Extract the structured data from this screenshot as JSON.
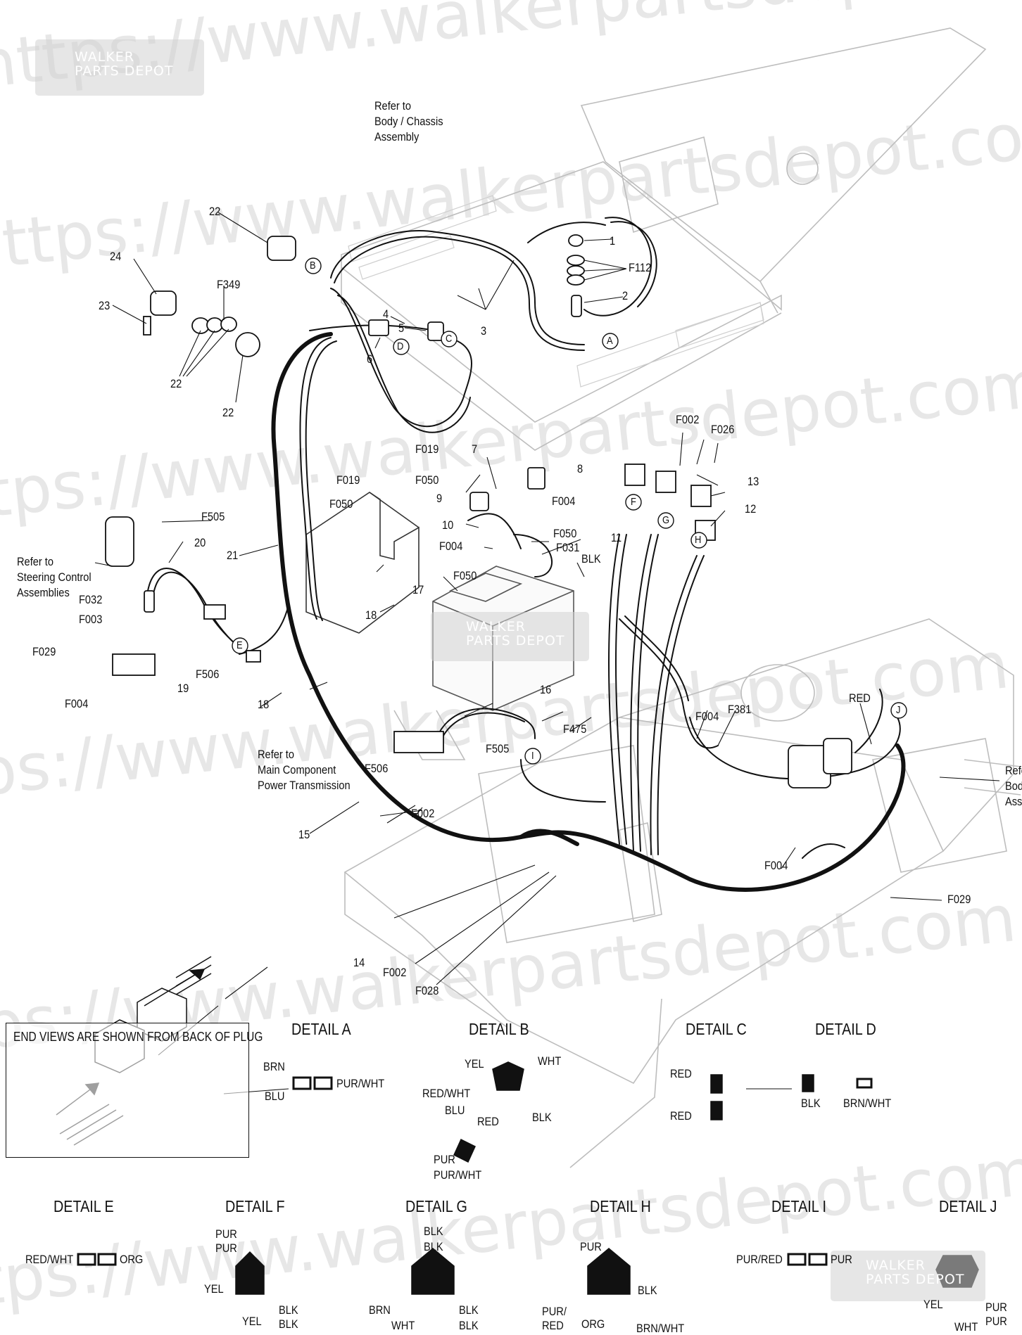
{
  "watermark": {
    "site_text": "https://www.walkerpartsdepot.com",
    "logo_text": "WALKER\nPARTS DEPOT"
  },
  "notes": {
    "body_chassis_top": "Refer to\nBody / Chassis\nAssembly",
    "steering": "Refer to\nSteering Control\nAssemblies",
    "main_component": "Refer to\nMain Component\nPower Transmission",
    "body_right": "Refer\nBody\nAssy"
  },
  "inset": {
    "caption": "END VIEWS ARE SHOWN FROM BACK OF PLUG"
  },
  "callouts": {
    "c1": "1",
    "c2": "2",
    "c3": "3",
    "c4": "4",
    "c5": "5",
    "c6": "6",
    "c7": "7",
    "c8": "8",
    "c9": "9",
    "c10": "10",
    "c11": "11",
    "c12": "12",
    "c13": "13",
    "c14": "14",
    "c15": "15",
    "c16": "16",
    "c17": "17",
    "c18a": "18",
    "c18b": "18",
    "c19": "19",
    "c20": "20",
    "c21": "21",
    "c22a": "22",
    "c22b": "22",
    "c22c": "22",
    "c23": "23",
    "c24": "24",
    "f112": "F112",
    "f349": "F349",
    "f019a": "F019",
    "f019b": "F019",
    "f050a": "F050",
    "f050b": "F050",
    "f050c": "F050",
    "f050d": "F050",
    "f004a": "F004",
    "f004b": "F004",
    "f004c": "F004",
    "f004d": "F004",
    "f004e": "F004",
    "f031": "F031",
    "f002a": "F002",
    "f002b": "F002",
    "f002c": "F002",
    "f026": "F026",
    "f505a": "F505",
    "f505b": "F505",
    "f032": "F032",
    "f003": "F003",
    "f029a": "F029",
    "f029b": "F029",
    "f506a": "F506",
    "f506b": "F506",
    "f475": "F475",
    "f381": "F381",
    "f028": "F028",
    "blk_wire": "BLK",
    "red_wire": "RED"
  },
  "plug_letters": {
    "A": "A",
    "B": "B",
    "C": "C",
    "D": "D",
    "E": "E",
    "F": "F",
    "G": "G",
    "H": "H",
    "I": "I",
    "J": "J"
  },
  "details": {
    "A": {
      "title": "DETAIL A",
      "labels": [
        "BRN",
        "BLU",
        "PUR/WHT"
      ]
    },
    "B": {
      "title": "DETAIL B",
      "labels": [
        "YEL",
        "WHT",
        "RED/WHT",
        "BLU",
        "RED",
        "BLK",
        "PUR",
        "PUR/WHT"
      ]
    },
    "C": {
      "title": "DETAIL C",
      "labels": [
        "RED",
        "RED"
      ]
    },
    "D": {
      "title": "DETAIL D",
      "labels": [
        "BLK",
        "BRN/WHT"
      ]
    },
    "E": {
      "title": "DETAIL E",
      "labels": [
        "RED/WHT",
        "ORG"
      ]
    },
    "F": {
      "title": "DETAIL F",
      "labels": [
        "PUR",
        "PUR",
        "YEL",
        "BLK",
        "YEL",
        "BLK"
      ]
    },
    "G": {
      "title": "DETAIL G",
      "labels": [
        "BLK",
        "BLK",
        "BRN",
        "BLK",
        "WHT",
        "BLK"
      ]
    },
    "H": {
      "title": "DETAIL H",
      "labels": [
        "PUR",
        "BLK",
        "PUR/",
        "RED",
        "ORG",
        "BRN/WHT"
      ]
    },
    "I": {
      "title": "DETAIL I",
      "labels": [
        "PUR/RED",
        "PUR"
      ]
    },
    "J": {
      "title": "DETAIL J",
      "labels": [
        "YEL",
        "PUR",
        "PUR",
        "WHT"
      ]
    }
  }
}
